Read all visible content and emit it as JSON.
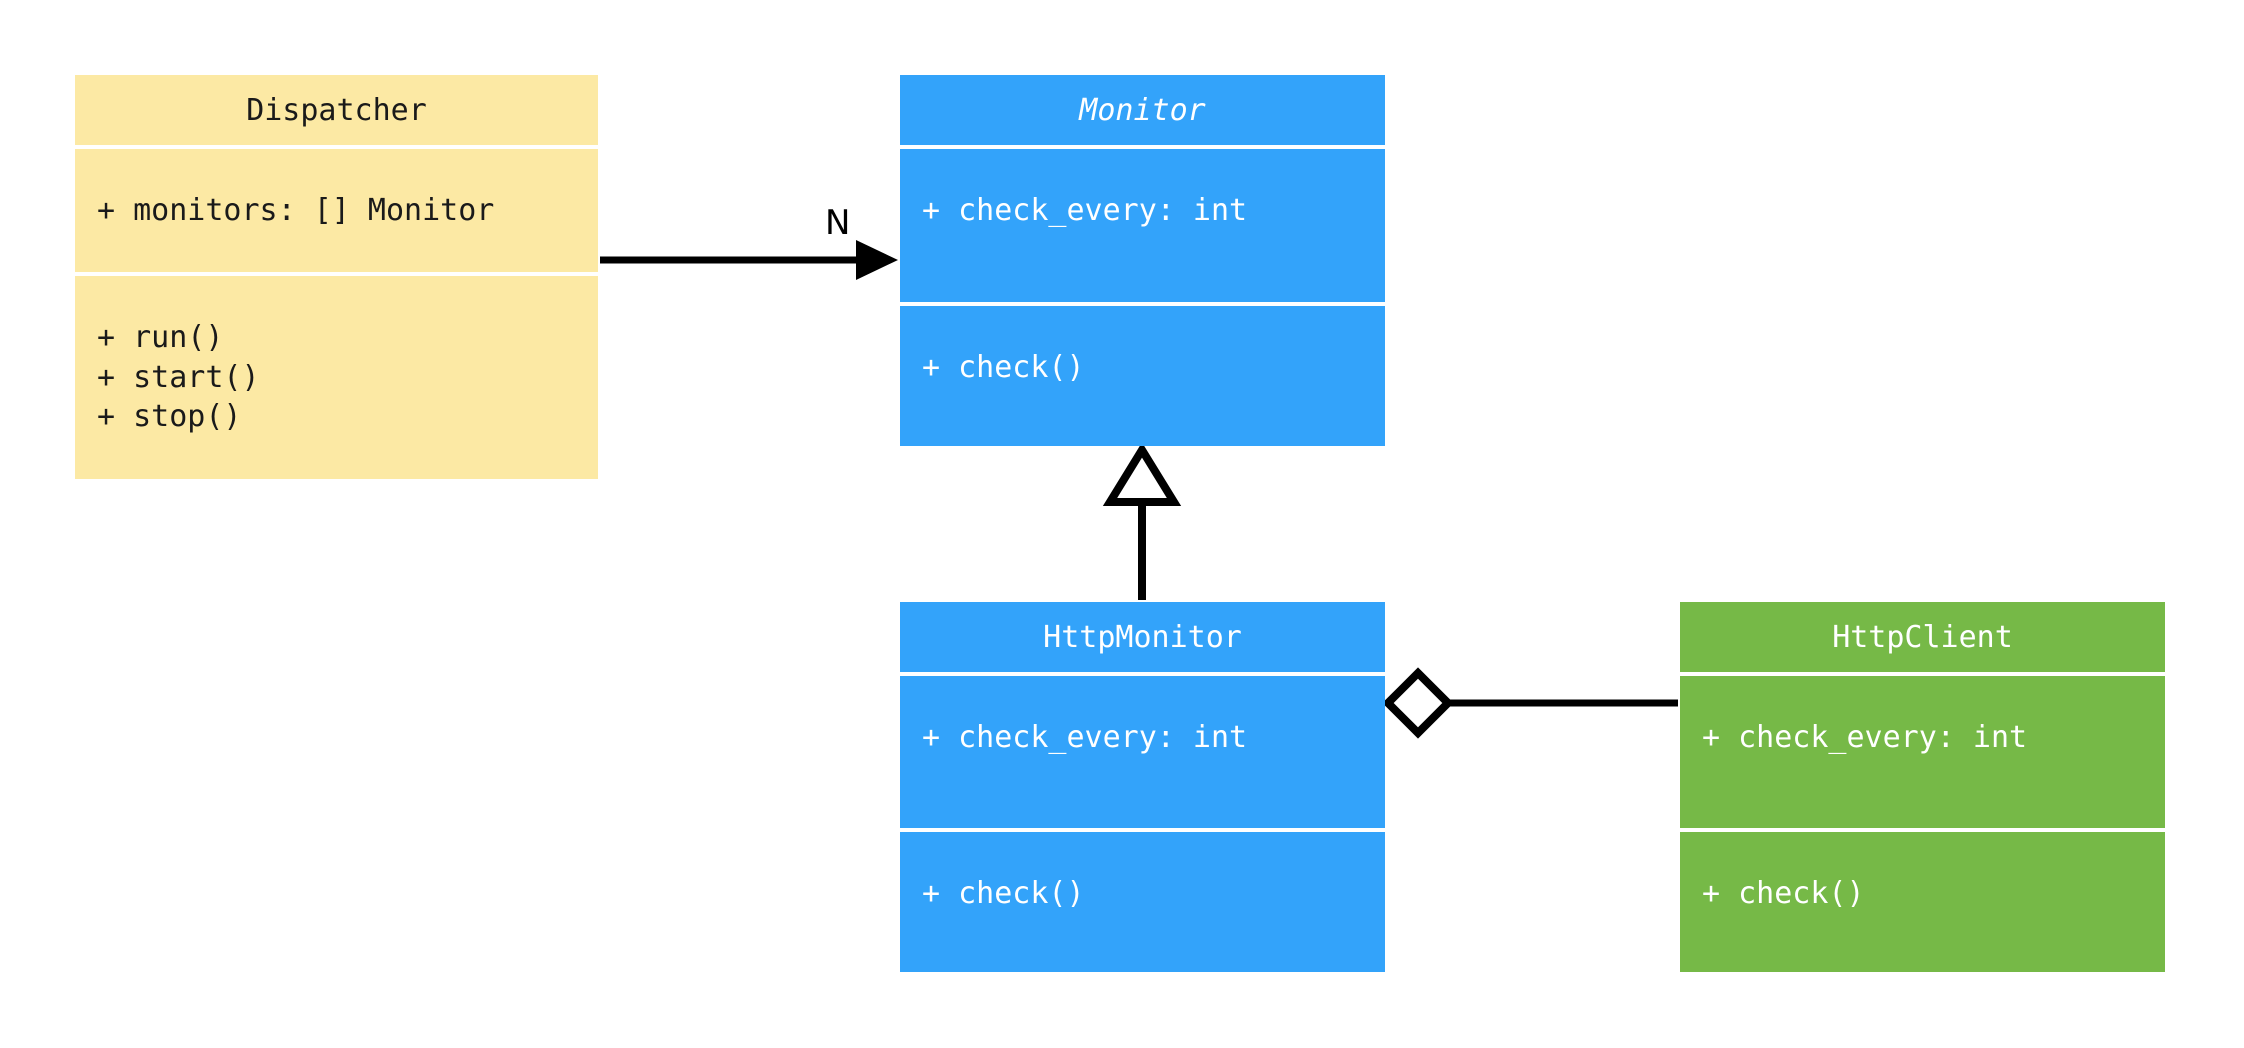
{
  "diagram": {
    "type": "uml-class-diagram",
    "background": "#ffffff",
    "palette": {
      "yellow": "#fce9a4",
      "blue": "#33a3fa",
      "green": "#76b947",
      "stroke": "#000000",
      "dark_text": "#1a1a1a",
      "light_text": "#ffffff"
    }
  },
  "classes": {
    "dispatcher": {
      "name": "Dispatcher",
      "abstract": false,
      "attributes": [
        "+ monitors: [] Monitor"
      ],
      "methods": [
        "+ run()",
        "+ start()",
        "+ stop()"
      ],
      "attributes_text": "+ monitors: [] Monitor",
      "methods_text": "+ run()\n+ start()\n+ stop()",
      "color": "#fce9a4"
    },
    "monitor": {
      "name": "Monitor",
      "abstract": true,
      "attributes": [
        "+ check_every: int"
      ],
      "methods": [
        "+ check()"
      ],
      "attributes_text": "+ check_every: int",
      "methods_text": "+ check()",
      "color": "#33a3fa"
    },
    "http_monitor": {
      "name": "HttpMonitor",
      "abstract": false,
      "attributes": [
        "+ check_every: int"
      ],
      "methods": [
        "+ check()"
      ],
      "attributes_text": "+ check_every: int",
      "methods_text": "+ check()",
      "color": "#33a3fa"
    },
    "http_client": {
      "name": "HttpClient",
      "abstract": false,
      "attributes": [
        "+ check_every: int"
      ],
      "methods": [
        "+ check()"
      ],
      "attributes_text": "+ check_every: int",
      "methods_text": "+ check()",
      "color": "#76b947"
    }
  },
  "relationships": [
    {
      "id": "dispatcher-to-monitor",
      "kind": "association",
      "arrow": "open-filled-arrowhead",
      "from": "Dispatcher",
      "to": "Monitor",
      "multiplicity_label": "N"
    },
    {
      "id": "httpmonitor-inherits-monitor",
      "kind": "generalization",
      "arrow": "hollow-triangle",
      "from": "HttpMonitor",
      "to": "Monitor",
      "multiplicity_label": ""
    },
    {
      "id": "httpmonitor-aggregates-httpclient",
      "kind": "aggregation",
      "arrow": "hollow-diamond",
      "from": "HttpMonitor",
      "to": "HttpClient",
      "multiplicity_label": ""
    }
  ]
}
